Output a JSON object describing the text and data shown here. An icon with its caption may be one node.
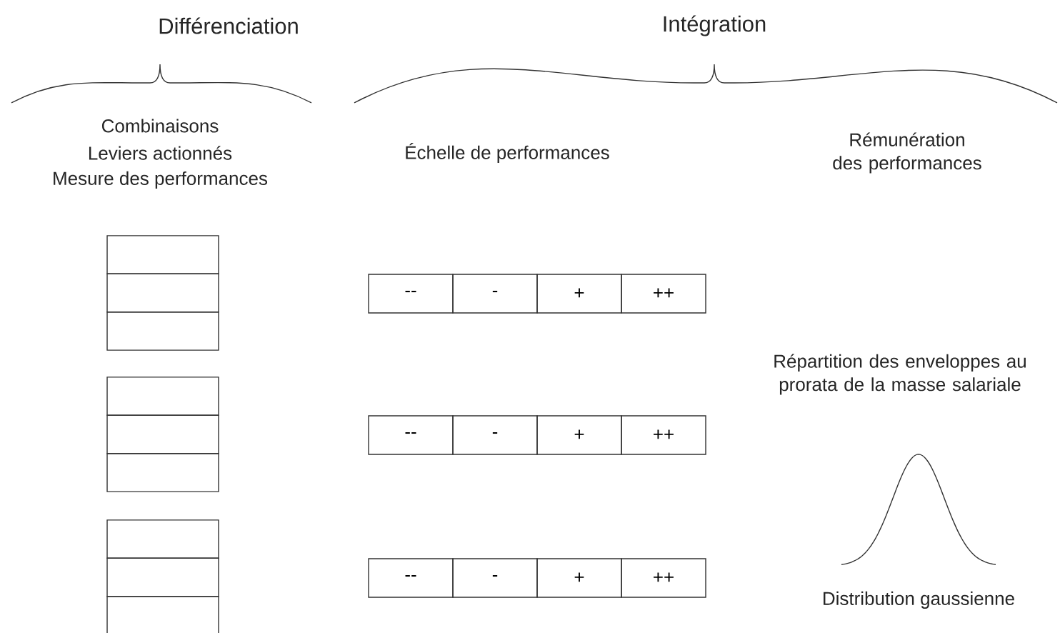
{
  "diagram": {
    "nodes": [
      {
        "text": [],
        "shape": "box"
      },
      {
        "text": [],
        "shape": "box"
      },
      {
        "text": [],
        "shape": "box"
      },
      {
        "text": [
          "--"
        ]
      },
      {
        "text": [
          "-"
        ]
      },
      {
        "text": [
          "+"
        ]
      },
      {
        "text": [
          "++"
        ]
      },
      {
        "text": [],
        "shape": "box"
      },
      {
        "text": [],
        "shape": "box"
      },
      {
        "text": [],
        "shape": "box"
      },
      {
        "text": [
          "--"
        ]
      },
      {
        "text": [
          "-"
        ]
      },
      {
        "text": [
          "+"
        ]
      },
      {
        "text": [
          "++"
        ]
      },
      {
        "text": [],
        "shape": "box"
      },
      {
        "text": [],
        "shape": "box"
      },
      {
        "text": [],
        "shape": "box"
      },
      {
        "text": [
          "--"
        ]
      },
      {
        "text": [
          "-"
        ]
      },
      {
        "text": [
          "+"
        ]
      },
      {
        "text": [
          "++"
        ]
      }
    ],
    "labels": [
      "Différenciation",
      "Intégration",
      "Combinaisons",
      "Leviers actionnés",
      "Mesure des performances",
      "Échelle de performances",
      "Rémunération des performances",
      "Répartition des enveloppes au prorata de la masse salariale",
      "Distribution gaussienne"
    ]
  }
}
